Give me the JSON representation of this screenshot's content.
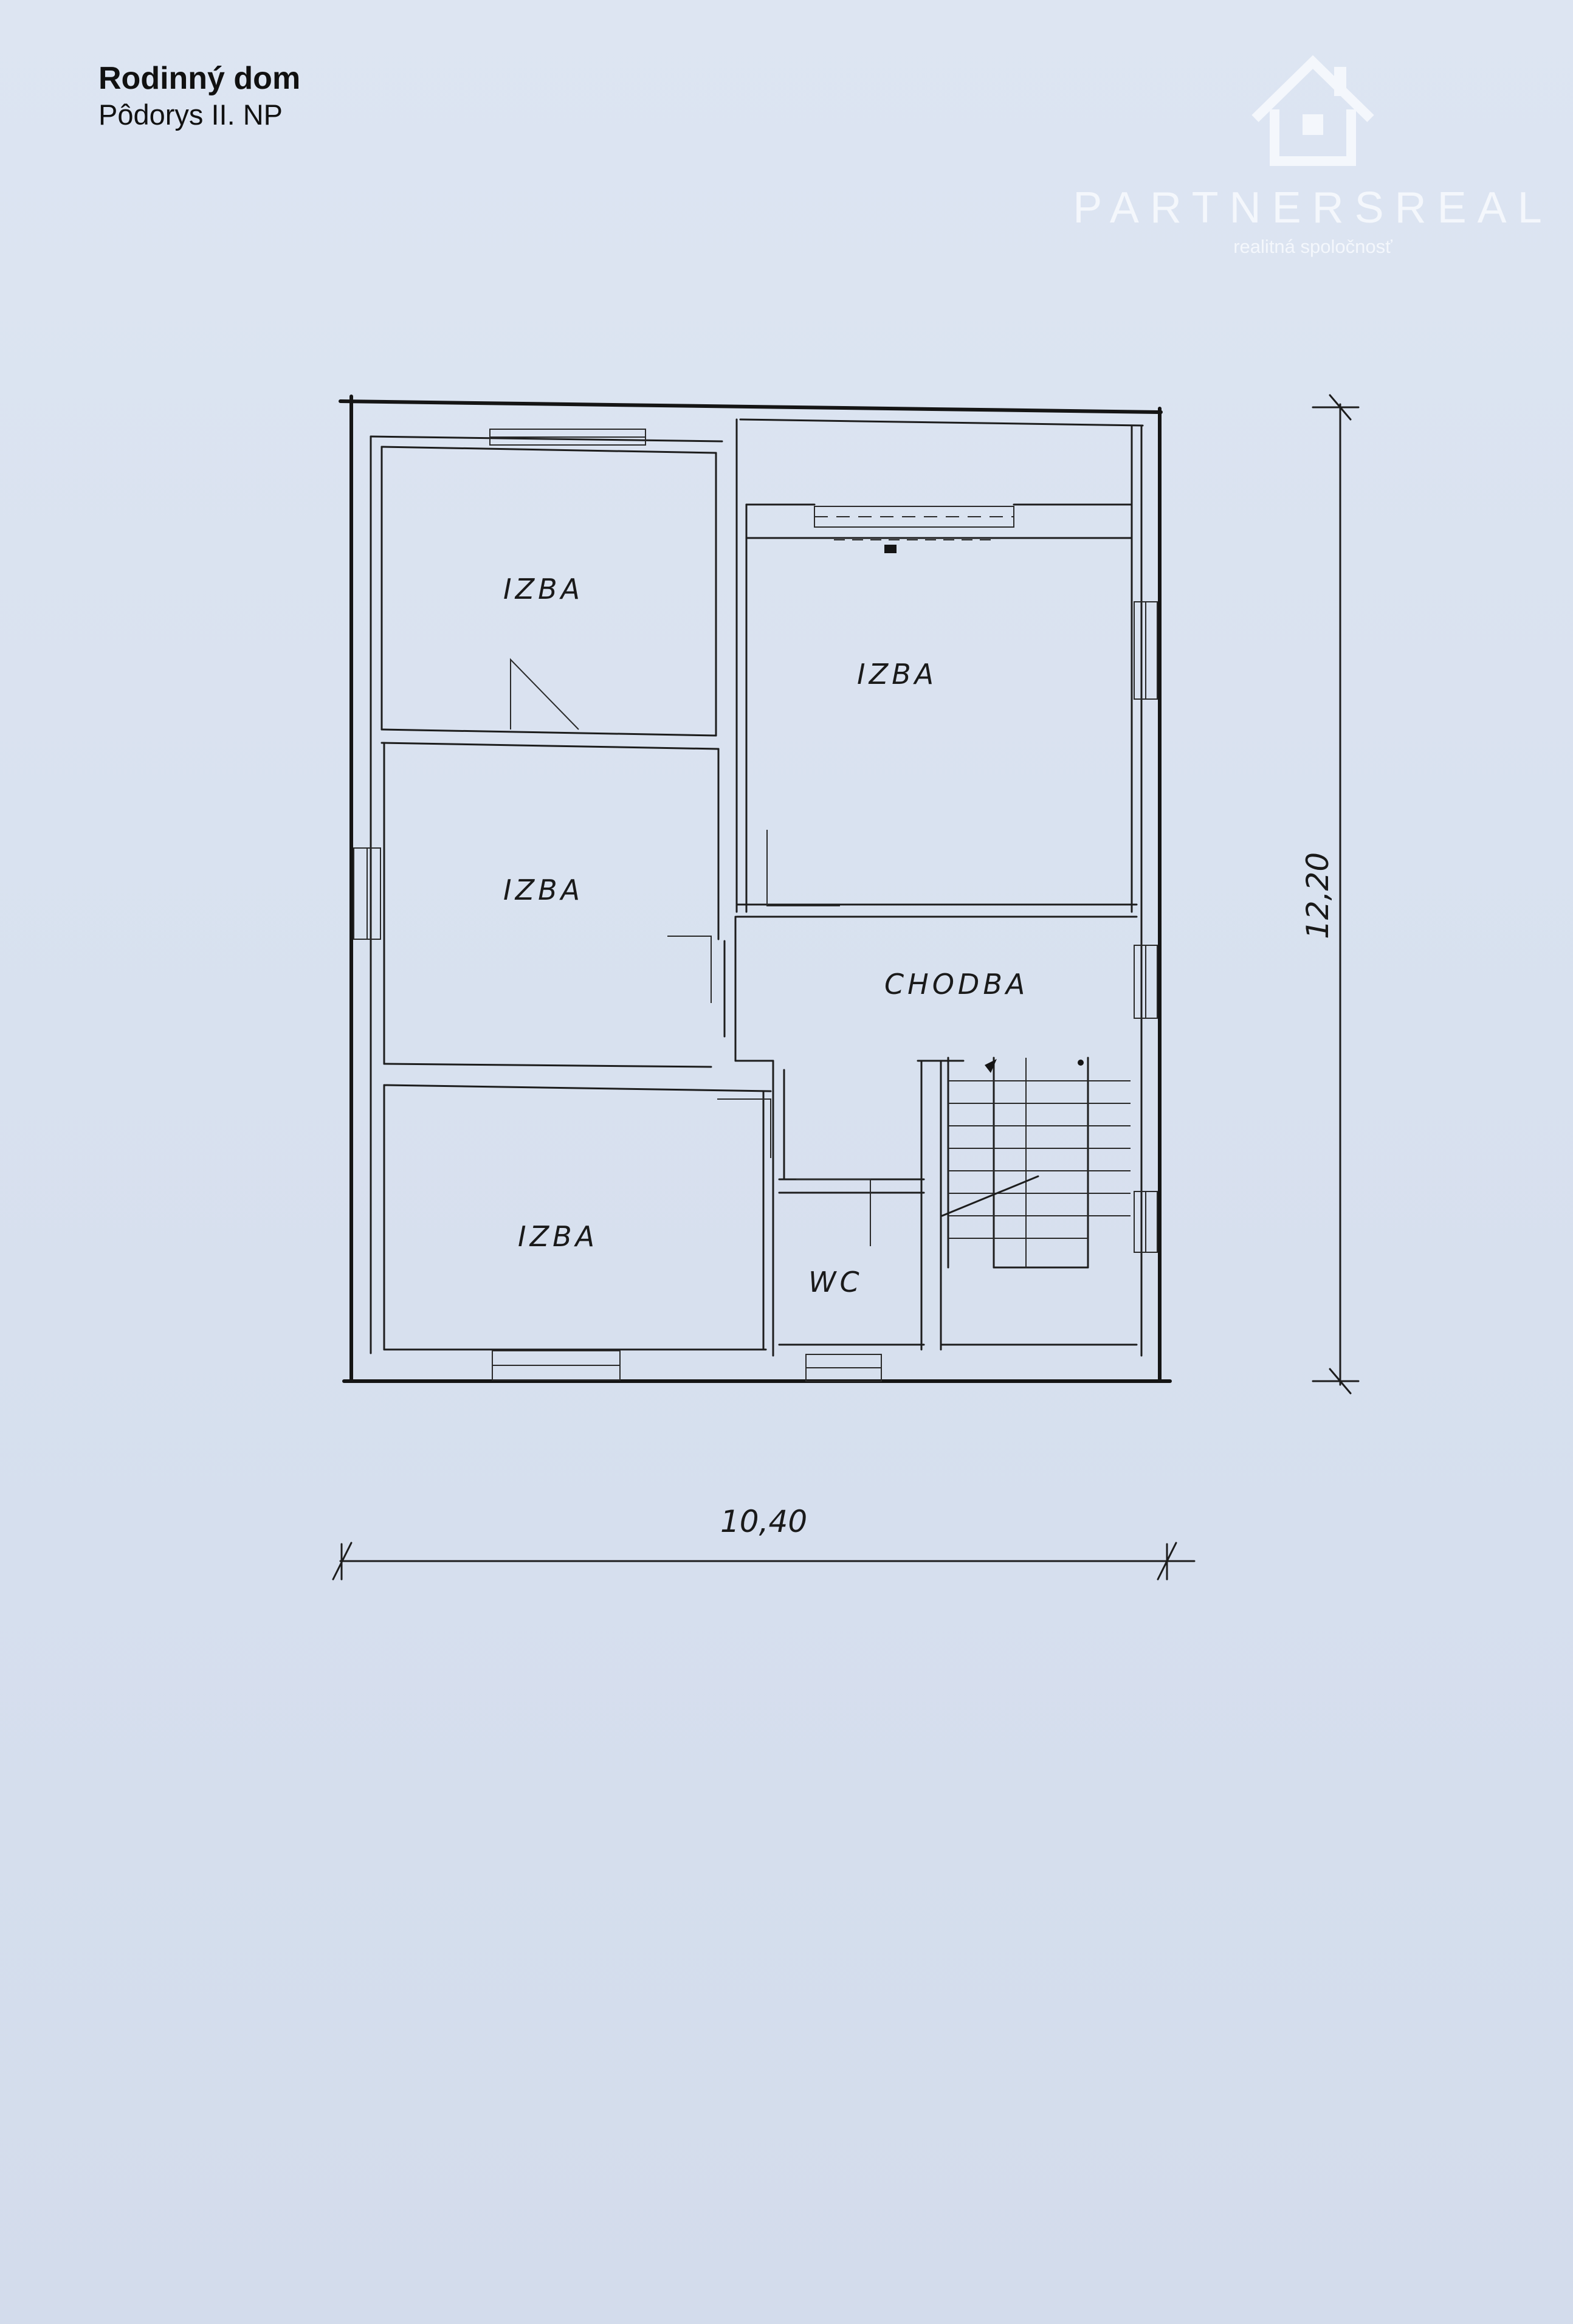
{
  "header": {
    "title": "Rodinný dom",
    "subtitle": "Pôdorys  II. NP"
  },
  "logo": {
    "icon": "house-icon",
    "name": "PARTNERSREAL",
    "tagline": "realitná spoločnosť",
    "color": "#f4f7fc"
  },
  "plan": {
    "rooms": [
      {
        "label": "IZBA"
      },
      {
        "label": "IZBA"
      },
      {
        "label": "IZBA"
      },
      {
        "label": "IZBA"
      },
      {
        "label": "CHODBA"
      },
      {
        "label": "WC"
      }
    ],
    "dimensions": {
      "width": "10,40",
      "height": "12,20"
    }
  }
}
